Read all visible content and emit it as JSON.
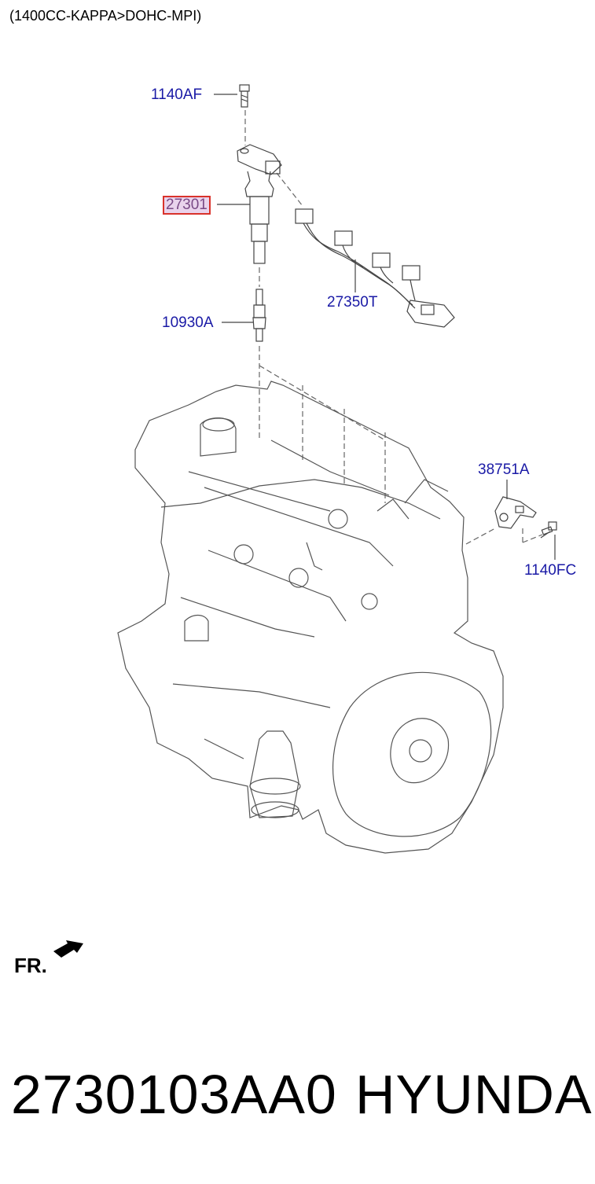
{
  "header": {
    "text": "(1400CC-KAPPA>DOHC-MPI)"
  },
  "callouts": {
    "bolt_top": "1140AF",
    "ignition_coil": "27301",
    "wiring_harness": "27350T",
    "spark_plug": "10930A",
    "sensor": "38751A",
    "bolt_sensor": "1140FC"
  },
  "front_indicator": "FR.",
  "footer": {
    "part_number": "2730103AA0",
    "brand": "HYUNDAI"
  },
  "colors": {
    "callout_text": "#1a1aa6",
    "highlight_border": "#d9322b",
    "highlight_fill": "#e9d3ec"
  }
}
